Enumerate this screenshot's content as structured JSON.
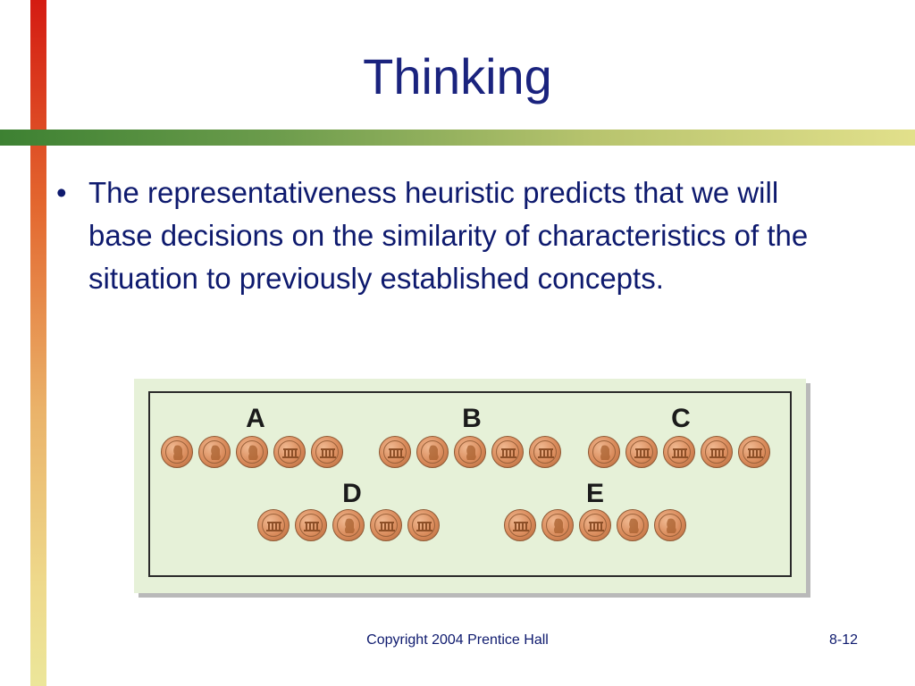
{
  "slide": {
    "title": "Thinking",
    "bullet": "The representativeness heuristic predicts that we will base decisions on the similarity of characteristics of the situation to previously established concepts."
  },
  "figure": {
    "groups": [
      {
        "label": "A",
        "coins": [
          "head",
          "head",
          "head",
          "tail",
          "tail"
        ]
      },
      {
        "label": "B",
        "coins": [
          "tail",
          "head",
          "head",
          "tail",
          "tail"
        ]
      },
      {
        "label": "C",
        "coins": [
          "head",
          "tail",
          "tail",
          "tail",
          "tail"
        ]
      },
      {
        "label": "D",
        "coins": [
          "tail",
          "tail",
          "head",
          "tail",
          "tail"
        ]
      },
      {
        "label": "E",
        "coins": [
          "tail",
          "head",
          "tail",
          "head",
          "head"
        ]
      }
    ]
  },
  "footer": {
    "copyright": "Copyright 2004 Prentice Hall",
    "slide_number": "8-12"
  },
  "colors": {
    "title": "#1a237e",
    "text": "#0e1a6e",
    "figure_bg": "#e6f1d8"
  }
}
